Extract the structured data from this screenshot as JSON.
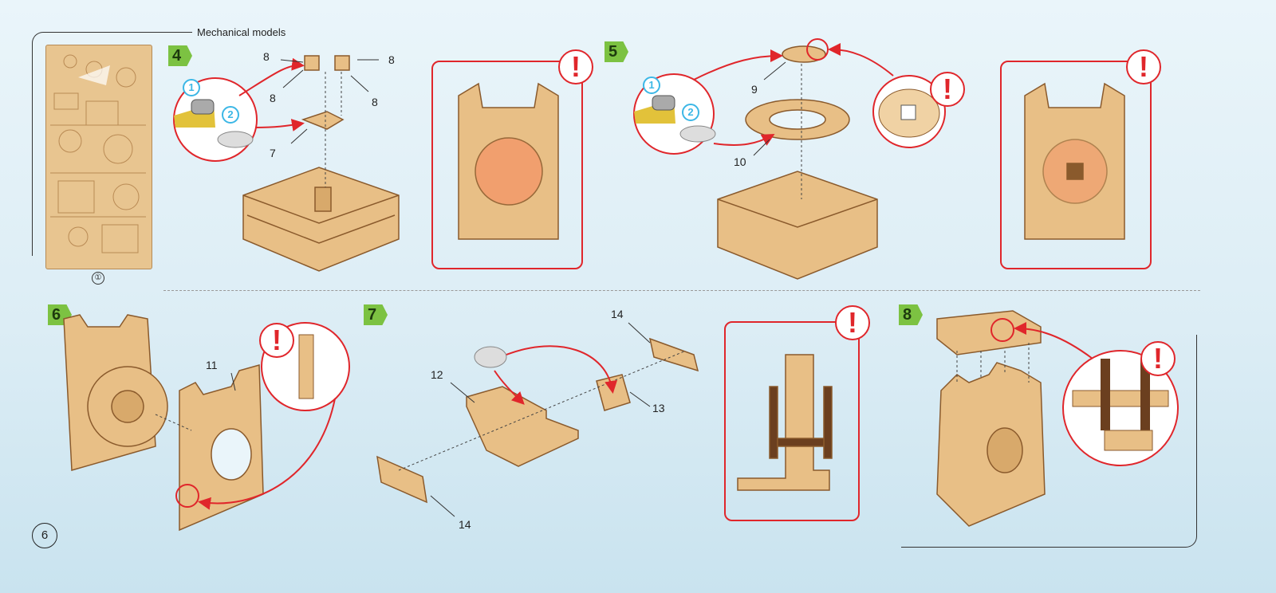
{
  "header": {
    "title": "Mechanical models"
  },
  "sheet": {
    "label": "①"
  },
  "page": {
    "number": "6"
  },
  "steps": [
    {
      "label": "4"
    },
    {
      "label": "5"
    },
    {
      "label": "6"
    },
    {
      "label": "7"
    },
    {
      "label": "8"
    }
  ],
  "parts": {
    "p8a": "8",
    "p8b": "8",
    "p8c": "8",
    "p8d": "8",
    "p7": "7",
    "p9": "9",
    "p10": "10",
    "p11": "11",
    "p12": "12",
    "p13": "13",
    "p14a": "14",
    "p14b": "14"
  },
  "badges": {
    "one": "1",
    "two": "2",
    "one_b": "1",
    "two_b": "2"
  },
  "warning": {
    "glyph": "!"
  },
  "colors": {
    "accent": "#e0262b",
    "step": "#7cc242",
    "wood": "#e8bf86",
    "wood_edge": "#8a5a2c"
  }
}
